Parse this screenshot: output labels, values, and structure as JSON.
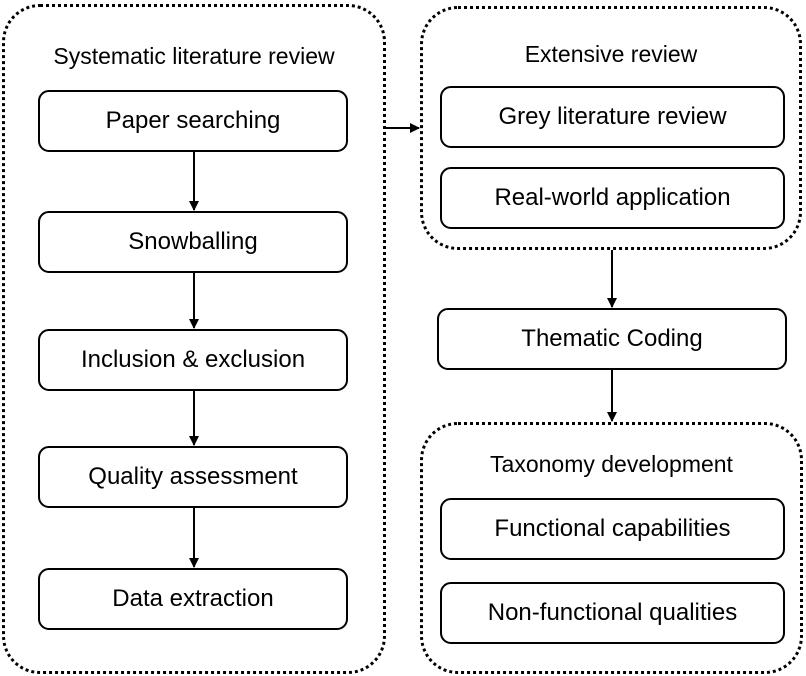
{
  "systematic_review": {
    "title": "Systematic literature review",
    "steps": [
      "Paper searching",
      "Snowballing",
      "Inclusion & exclusion",
      "Quality assessment",
      "Data extraction"
    ]
  },
  "extensive_review": {
    "title": "Extensive review",
    "items": [
      "Grey literature review",
      "Real-world application"
    ]
  },
  "thematic_coding": {
    "label": "Thematic Coding"
  },
  "taxonomy": {
    "title": "Taxonomy development",
    "items": [
      "Functional capabilities",
      "Non-functional qualities"
    ]
  }
}
